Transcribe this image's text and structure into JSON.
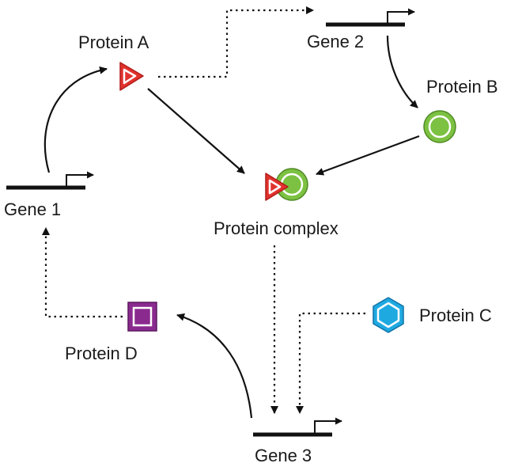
{
  "labels": {
    "gene1": "Gene 1",
    "gene2": "Gene 2",
    "gene3": "Gene 3",
    "proteinA": "Protein A",
    "proteinB": "Protein B",
    "proteinC": "Protein C",
    "proteinD": "Protein D",
    "complex": "Protein complex"
  },
  "colors": {
    "protein_a": "#e2322e",
    "protein_b": "#7cc142",
    "protein_c": "#1fa9e1",
    "protein_d": "#8a2a8e",
    "line": "#111111"
  },
  "icons": {
    "protein_a": "triangle-icon",
    "protein_b": "circle-icon",
    "protein_c": "hexagon-icon",
    "protein_d": "square-icon"
  }
}
